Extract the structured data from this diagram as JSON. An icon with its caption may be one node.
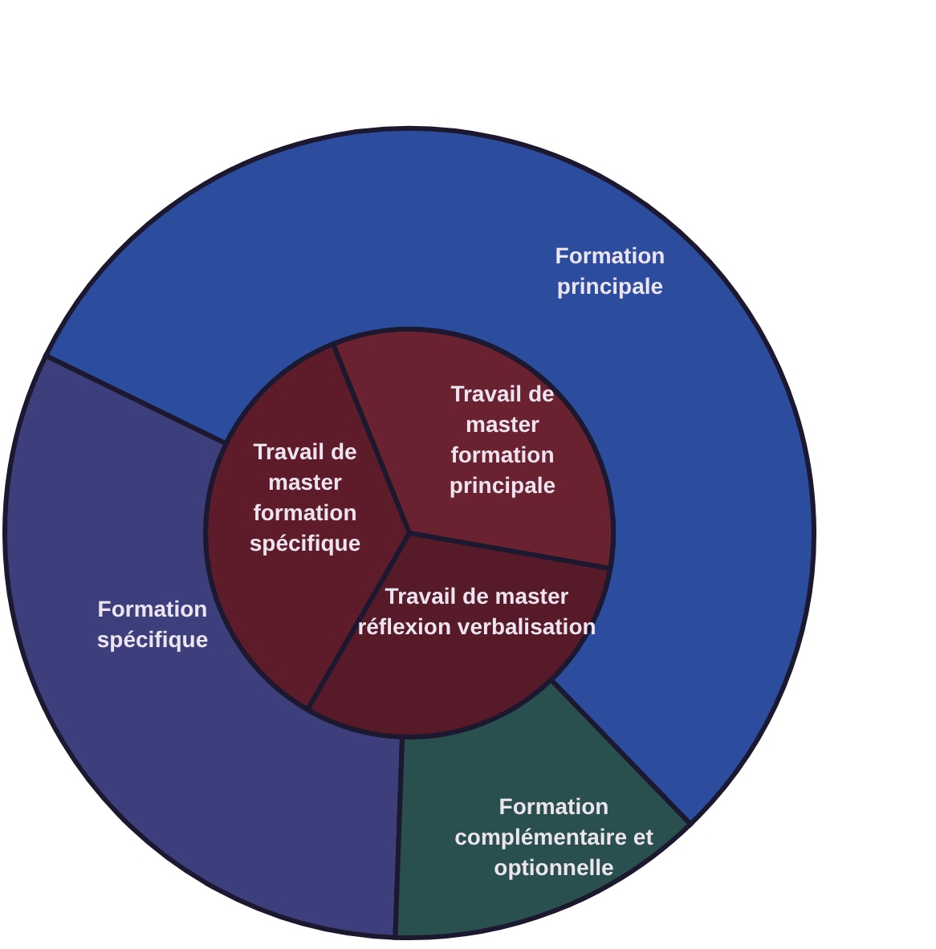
{
  "diagram": {
    "nodes": [
      {
        "text": [
          "Formation principale"
        ]
      },
      {
        "text": [
          "Travail de master formation principale"
        ]
      },
      {
        "text": [
          "Travail de master formation spécifique"
        ]
      },
      {
        "text": [
          "Formation spécifique"
        ]
      },
      {
        "text": [
          "Travail de master réflexion verbalisation"
        ]
      },
      {
        "text": [
          "Formation complémentaire et optionnelle"
        ]
      }
    ]
  }
}
